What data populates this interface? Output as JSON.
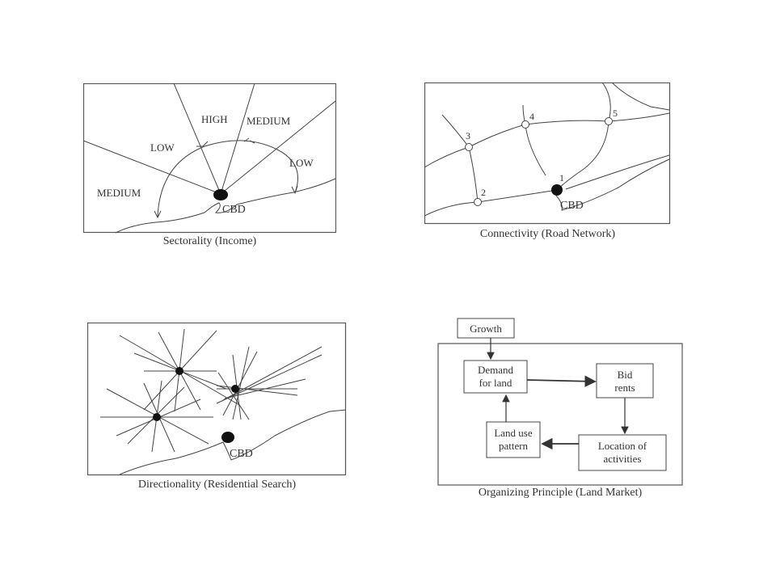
{
  "panels": {
    "sectorality": {
      "caption": "Sectorality (Income)",
      "labels": {
        "high": "HIGH",
        "medium_top": "MEDIUM",
        "low_left": "LOW",
        "low_right": "LOW",
        "medium_left": "MEDIUM",
        "cbd": "CBD"
      }
    },
    "connectivity": {
      "caption": "Connectivity (Road Network)",
      "nodes": [
        "1",
        "2",
        "3",
        "4",
        "5"
      ],
      "cbd": "CBD"
    },
    "directionality": {
      "caption": "Directionality (Residential Search)",
      "cbd": "CBD"
    },
    "organizing": {
      "caption": "Organizing Principle (Land Market)",
      "boxes": {
        "growth": "Growth",
        "demand_line1": "Demand",
        "demand_line2": "for land",
        "bid_line1": "Bid",
        "bid_line2": "rents",
        "location_line1": "Location of",
        "location_line2": "activities",
        "landuse_line1": "Land use",
        "landuse_line2": "pattern"
      }
    }
  },
  "colors": {
    "ink": "#333333",
    "frame": "#555555",
    "background": "#ffffff"
  }
}
